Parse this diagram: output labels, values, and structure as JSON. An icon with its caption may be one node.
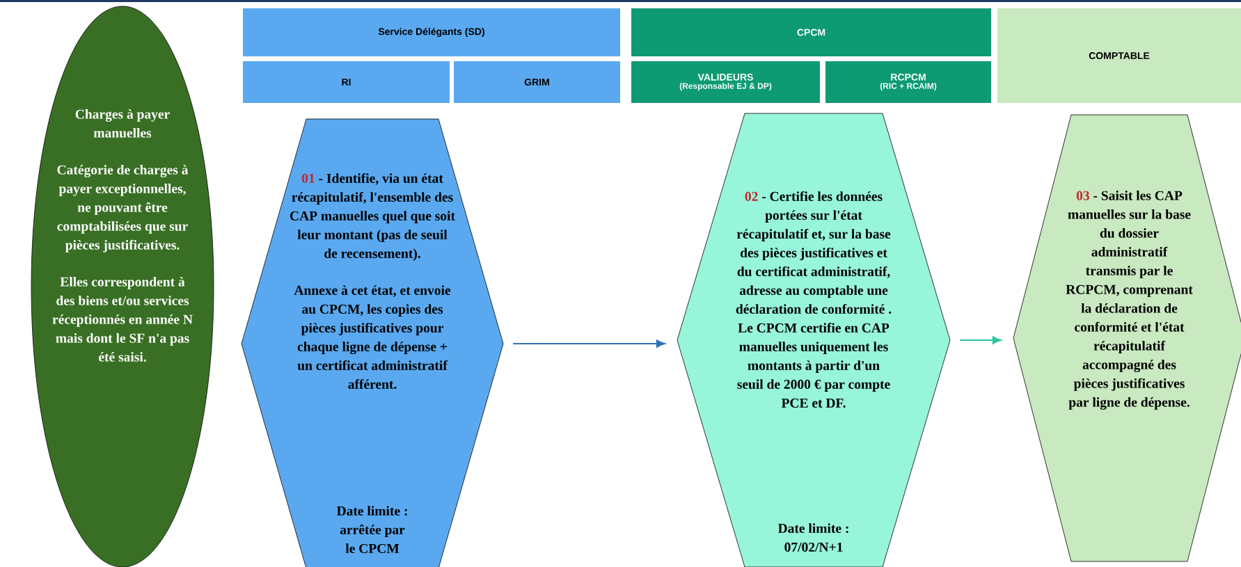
{
  "diagram": {
    "nodes": [
      {
        "text": [
          "Service Délégants (SD)"
        ]
      },
      {
        "text": [
          "RI"
        ]
      },
      {
        "text": [
          "GRIM"
        ]
      },
      {
        "text": [
          "CPCM"
        ]
      },
      {
        "text": [
          "VALIDEURS",
          "(Responsable EJ & DP)"
        ]
      },
      {
        "text": [
          "RCPCM",
          "(RIC + RCAIM)"
        ]
      },
      {
        "text": [
          "COMPTABLE"
        ]
      },
      {
        "text": [
          "Charges à payer manuelles",
          "Catégorie de charges à payer exceptionnelles, ne pouvant être comptabilisées que sur pièces justificatives.",
          "Elles correspondent à des biens et/ou services réceptionnés en année N mais dont le SF n'a pas été saisi."
        ]
      },
      {
        "text": [
          "01",
          "- Identifie, via un état récapitulatif, l'ensemble des CAP manuelles quel que soit leur montant (pas de seuil de recensement).",
          "Annexe à cet état, et envoie au CPCM, les copies des pièces justificatives pour chaque ligne de dépense + un certificat administratif afférent.",
          "Date limite : arrêtée par le CPCM"
        ]
      },
      {
        "text": [
          "02",
          "- Certifie les données portées sur l'état récapitulatif et, sur la base des pièces justificatives et du certificat administratif, adresse au comptable une déclaration de conformité .",
          "Le CPCM certifie en CAP manuelles uniquement les montants à partir d'un seuil de 2000 € par compte PCE et DF.",
          "Date limite : 07/02/N+1"
        ]
      },
      {
        "text": [
          "03",
          "- Saisit les CAP manuelles sur la base du dossier administratif transmis par le RCPCM, comprenant la déclaration de conformité et l'état récapitulatif accompagné des pièces justificatives par ligne de dépense."
        ]
      }
    ],
    "edges": [
      {
        "from": 8,
        "to": 9,
        "arrow": "to",
        "color": "#2e75b6"
      },
      {
        "from": 9,
        "to": 10,
        "arrow": "to",
        "color": "#2ec4a0"
      }
    ]
  }
}
